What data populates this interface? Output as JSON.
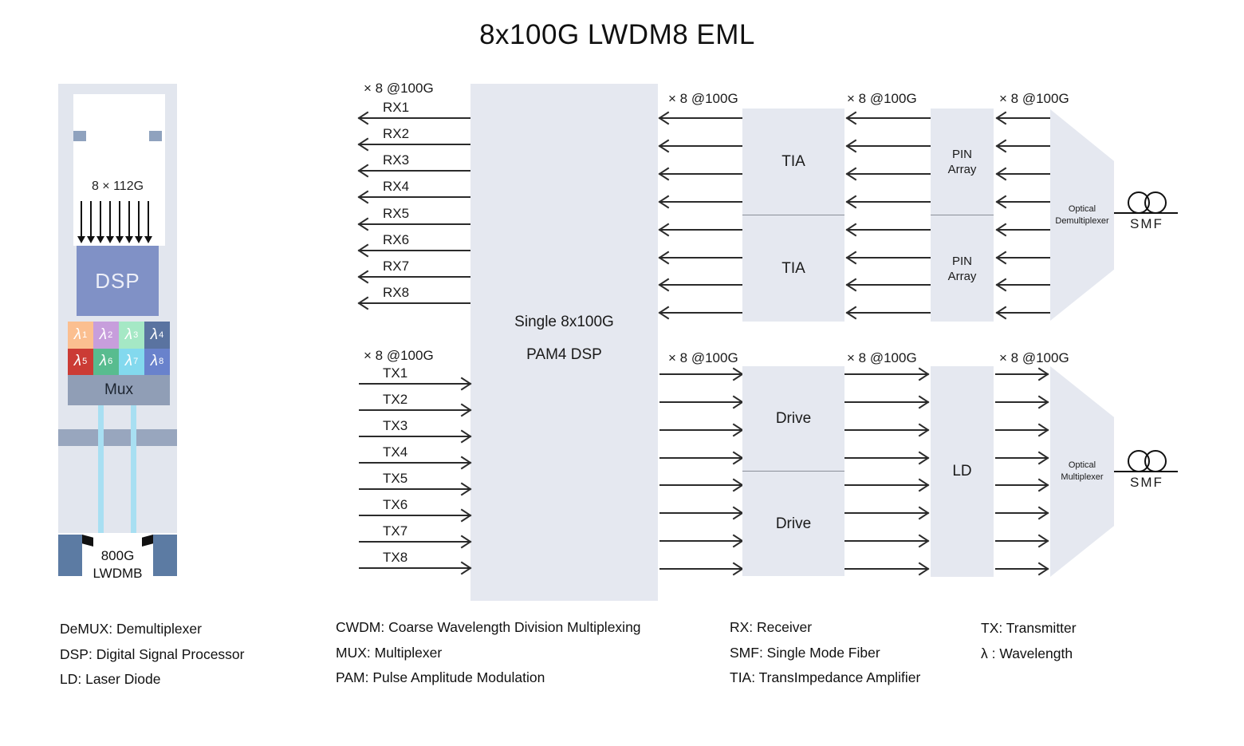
{
  "title": "8x100G LWDM8 EML",
  "rate_label": "× 8 @100G",
  "module": {
    "speed_label": "8 × 112G",
    "dsp_label": "DSP",
    "mux_label": "Mux",
    "port_label_line1": "800G",
    "port_label_line2": "LWDMB",
    "lambdas": [
      {
        "base": "λ",
        "sub": "1",
        "color": "#FBBF90"
      },
      {
        "base": "λ",
        "sub": "2",
        "color": "#C79EDC"
      },
      {
        "base": "λ",
        "sub": "3",
        "color": "#A5E8C5"
      },
      {
        "base": "λ",
        "sub": "4",
        "color": "#5A73A0"
      },
      {
        "base": "λ",
        "sub": "5",
        "color": "#CB3B35"
      },
      {
        "base": "λ",
        "sub": "6",
        "color": "#58BC8F"
      },
      {
        "base": "λ",
        "sub": "7",
        "color": "#83D9EE"
      },
      {
        "base": "λ",
        "sub": "8",
        "color": "#6982CC"
      }
    ]
  },
  "dsp": {
    "line1": "Single 8x100G",
    "line2": "PAM4 DSP"
  },
  "rx_channels": [
    "RX1",
    "RX2",
    "RX3",
    "RX4",
    "RX5",
    "RX6",
    "RX7",
    "RX8"
  ],
  "tx_channels": [
    "TX1",
    "TX2",
    "TX3",
    "TX4",
    "TX5",
    "TX6",
    "TX7",
    "TX8"
  ],
  "blocks": {
    "tia": "TIA",
    "pin": {
      "line1": "PIN",
      "line2": "Array"
    },
    "drive": "Drive",
    "ld": "LD",
    "demux": {
      "line1": "Optical",
      "line2": "Demultiplexer"
    },
    "omux": {
      "line1": "Optical",
      "line2": "Multiplexer"
    },
    "smf": "SMF"
  },
  "legend": {
    "col1": [
      "DeMUX: Demultiplexer",
      "DSP: Digital Signal Processor",
      "LD: Laser Diode"
    ],
    "col2": [
      "CWDM: Coarse Wavelength Division Multiplexing",
      "MUX: Multiplexer",
      "PAM: Pulse Amplitude Modulation"
    ],
    "col3": [
      "RX: Receiver",
      "SMF: Single Mode Fiber",
      "TIA: TransImpedance Amplifier"
    ],
    "col4": [
      "TX: Transmitter",
      "λ : Wavelength"
    ]
  },
  "colors": {
    "module_fill": "#E2E6EE",
    "block_fill": "#E5E8F0",
    "module_dsp_fill": "#8091C6",
    "mux_fill": "#909EB6",
    "fiber": "#A8DFF2",
    "connector": "#5C7BA3",
    "arrow": "#2B2B2B"
  }
}
